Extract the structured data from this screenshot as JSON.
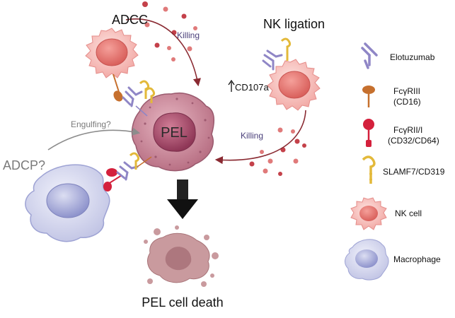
{
  "labels": {
    "adcc": "ADCC",
    "killing_top": "Killing",
    "nk_ligation": "NK ligation",
    "cd107a": "CD107a",
    "killing_right": "Killing",
    "engulfing": "Engulfing?",
    "pel": "PEL",
    "adcp": "ADCP?",
    "pel_death": "PEL cell death"
  },
  "legend": {
    "items": [
      {
        "label": "Elotuzumab"
      },
      {
        "label": "FcγRIII",
        "sub": "(CD16)"
      },
      {
        "label": "FcγRII/I",
        "sub": "(CD32/CD64)"
      },
      {
        "label": "SLAMF7/CD319"
      },
      {
        "label": "NK cell"
      },
      {
        "label": "Macrophage"
      }
    ]
  },
  "colors": {
    "nk_cell": "#f2aaa6",
    "nk_nucleus": "#e0706a",
    "pel_cell": "#c9889a",
    "pel_nucleus": "#a64b6a",
    "macrophage": "#c9cce8",
    "macrophage_nucleus": "#9ea3d4",
    "antibody": "#8f86c6",
    "fc_gamma_riii": "#c6702e",
    "fc_gamma_rii": "#d4203c",
    "slamf7": "#e3b93a",
    "arrow_dark": "#8a2a32",
    "dead_cell": "#c99a9e",
    "down_arrow": "#111111"
  }
}
